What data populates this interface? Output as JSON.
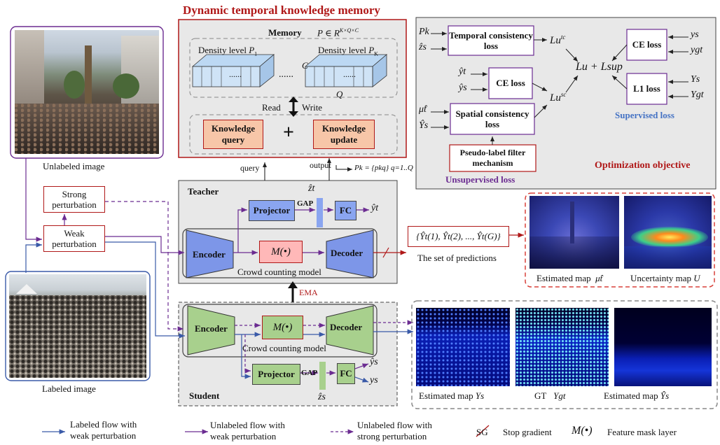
{
  "title": "Dynamic temporal knowledge memory",
  "memory": {
    "label": "Memory",
    "formula": "P ∈ R",
    "formula_sup": "K×Q×C",
    "density_level_1": "Density level",
    "density_level_1_var": "P",
    "density_level_1_sub": "1",
    "density_level_k": "Density level",
    "density_level_k_var": "P",
    "density_level_k_sub": "K",
    "dots": "......",
    "c_label": "C",
    "q_label": "Q",
    "read": "Read",
    "write": "Write",
    "knowledge_query": "Knowledge query",
    "knowledge_update": "Knowledge update",
    "plus": "+"
  },
  "query_label": "query",
  "output_label": "output",
  "pk_formula": "Pk = {pkq} q=1..Q",
  "teacher": {
    "label": "Teacher",
    "z_hat": "ẑt",
    "projector": "Projector",
    "gap": "GAP",
    "fc": "FC",
    "y_hat": "ŷt",
    "encoder": "Encoder",
    "mask": "M(•)",
    "decoder": "Decoder",
    "model_label": "Crowd counting model"
  },
  "predictions": {
    "set": "{Ŷt(1), Ŷt(2), ..., Ŷt(G)}",
    "label": "The set of predictions"
  },
  "ema": "EMA",
  "student": {
    "label": "Student",
    "encoder": "Encoder",
    "mask": "M(•)",
    "decoder": "Decoder",
    "model_label": "Crowd counting model",
    "projector": "Projector",
    "gap": "GAP",
    "fc": "FC",
    "y_hat": "ŷs",
    "y": "ys",
    "z_hat": "ẑs"
  },
  "left": {
    "unlabeled_image": "Unlabeled image",
    "labeled_image": "Labeled image",
    "strong_perturbation": "Strong perturbation",
    "weak_perturbation": "Weak perturbation"
  },
  "maps_top": {
    "estimated": "Estimated map",
    "estimated_var": "μ̂t",
    "uncertainty": "Uncertainty  map",
    "uncertainty_var": "U"
  },
  "maps_bottom": {
    "estimated": "Estimated map",
    "estimated_var": "Ys",
    "gt": "GT",
    "gt_var": "Ygt",
    "estimated2": "Estimated map",
    "estimated2_var": "Ŷs"
  },
  "optimization": {
    "temporal_consistency_loss": "Temporal consistency loss",
    "pk": "Pk",
    "zs": "ẑs",
    "lu_tc": "Lu",
    "lu_tc_sup": "tc",
    "ce_loss_1": "CE loss",
    "yt_hat": "ŷt",
    "ys_hat": "ŷs",
    "spatial_consistency_loss": "Spatial consistency loss",
    "mu_t": "μ̂t",
    "Ys_hat": "Ŷs",
    "lu_sc": "Lu",
    "lu_sc_sup": "sc",
    "pseudo_label": "Pseudo-label filter mechanism",
    "unsupervised_loss": "Unsupervised loss",
    "lu_plus_lsup": "Lu + Lsup",
    "ce_loss_2": "CE loss",
    "ys": "ys",
    "ygt": "ygt",
    "l1_loss": "L1 loss",
    "Ys": "Ys",
    "Ygt": "Ygt",
    "supervised_loss": "Supervised loss",
    "objective": "Optimization objective"
  },
  "legend": {
    "labeled_flow": "Labeled  flow with weak perturbation",
    "unlabeled_weak": "Unlabeled flow with weak perturbation",
    "unlabeled_strong": "Unlabeled flow with strong perturbation",
    "sg": "SG",
    "stop_gradient": "Stop gradient",
    "mask_symbol": "M(•)",
    "feature_mask": "Feature mask layer"
  },
  "colors": {
    "accent_red": "#b01818",
    "purple": "#6b2c91",
    "blue_text": "#4472c4",
    "projector_blue": "#8aa5f0",
    "encoder_blue": "#7d96e8",
    "student_green": "#a8d08d",
    "orange_box": "#f7c6a8",
    "panel_gray": "#e8e8e8"
  }
}
